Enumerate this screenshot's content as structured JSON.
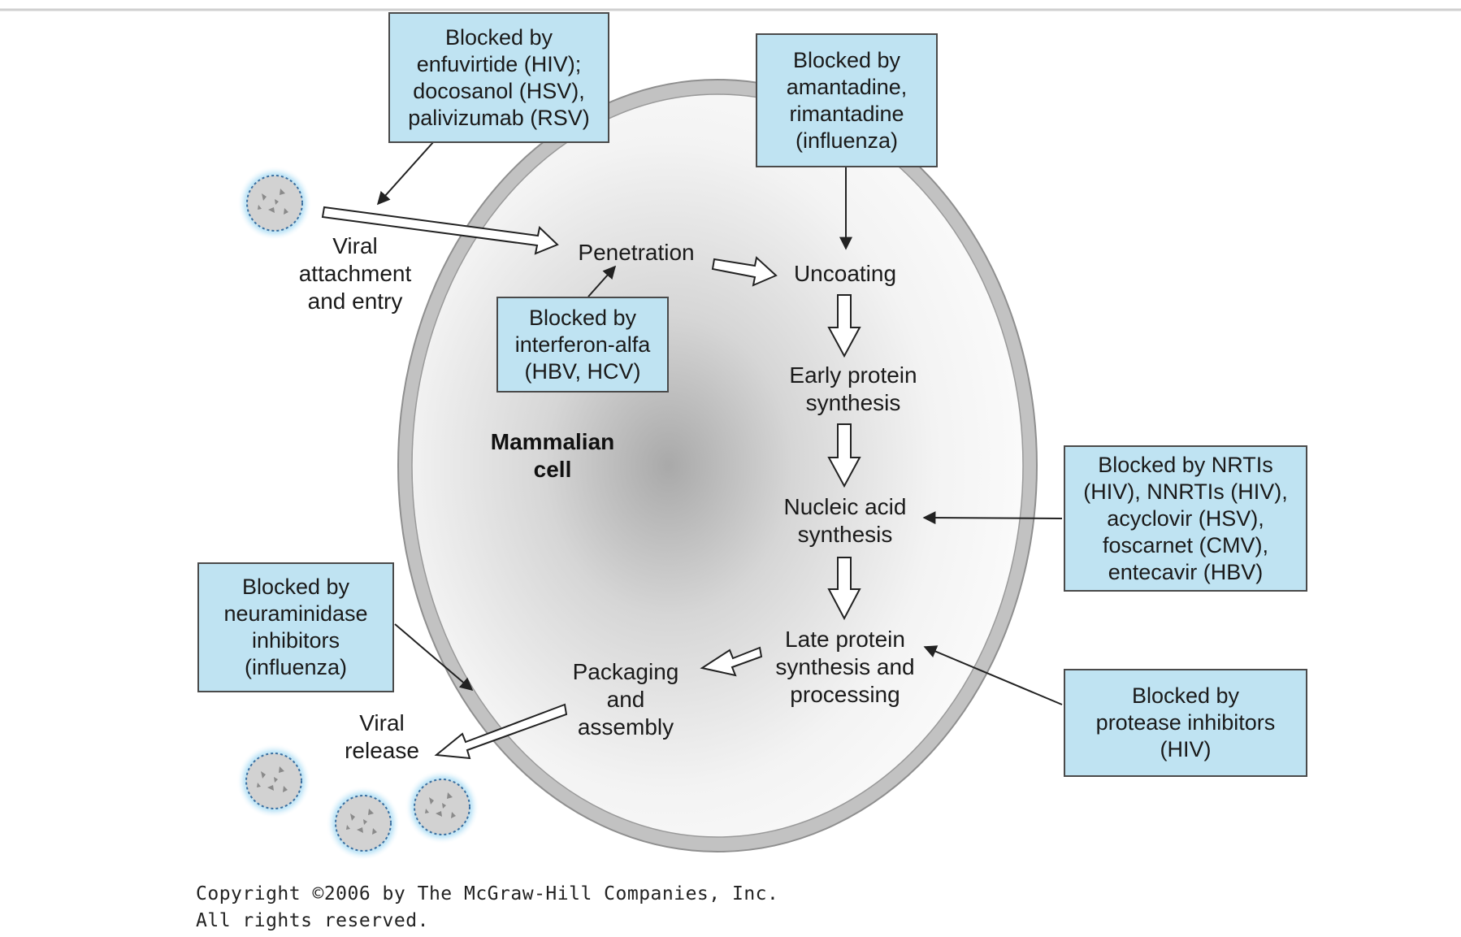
{
  "cell_label": "Mammalian\ncell",
  "steps": {
    "attachment": "Viral\nattachment\nand entry",
    "penetration": "Penetration",
    "uncoating": "Uncoating",
    "early_protein": "Early protein\nsynthesis",
    "nucleic_acid": "Nucleic acid\nsynthesis",
    "late_protein": "Late protein\nsynthesis and\nprocessing",
    "packaging": "Packaging\nand\nassembly",
    "release": "Viral\nrelease"
  },
  "blockers": {
    "entry": "Blocked by\nenfuvirtide (HIV);\ndocosanol (HSV),\npalivizumab (RSV)",
    "uncoating": "Blocked by\namantadine,\nrimantadine\n(influenza)",
    "penetration": "Blocked by\ninterferon-alfa\n(HBV, HCV)",
    "nucleic_acid": "Blocked by NRTIs\n(HIV), NNRTIs (HIV),\nacyclovir (HSV),\nfoscarnet (CMV),\nentecavir (HBV)",
    "release": "Blocked by\nneuraminidase\ninhibitors\n(influenza)",
    "late_protein": "Blocked by\nprotease inhibitors\n(HIV)"
  },
  "copyright": "Copyright ©2006 by The McGraw-Hill Companies, Inc.\nAll rights reserved.",
  "colors": {
    "box_fill": "#bfe3f2",
    "cell_membrane": "#c4c4c4",
    "virus_glow": "#a9dcf3"
  }
}
